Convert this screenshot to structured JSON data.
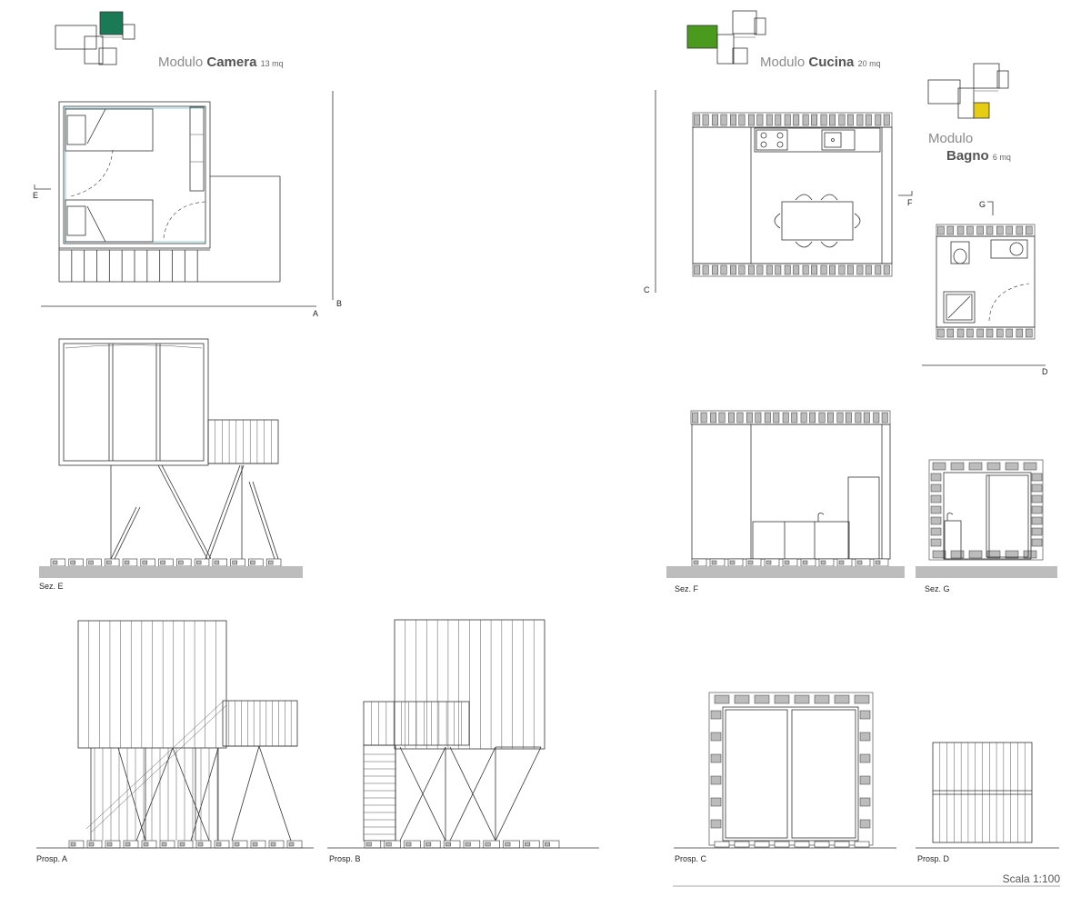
{
  "modules": {
    "camera": {
      "prefix": "Modulo",
      "name": "Camera",
      "area": "13 mq",
      "color": "#1a7a55"
    },
    "cucina": {
      "prefix": "Modulo",
      "name": "Cucina",
      "area": "20 mq",
      "color": "#4a9a1e"
    },
    "bagno": {
      "prefix": "Modulo",
      "name": "Bagno",
      "area": "6 mq",
      "color": "#e6cc12"
    }
  },
  "markers": {
    "a": "A",
    "b": "B",
    "c": "C",
    "d": "D",
    "e": "E",
    "f": "F",
    "g": "G"
  },
  "views": {
    "sez_e": "Sez. E",
    "sez_f": "Sez. F",
    "sez_g": "Sez. G",
    "prosp_a": "Prosp. A",
    "prosp_b": "Prosp. B",
    "prosp_c": "Prosp. C",
    "prosp_d": "Prosp. D"
  },
  "scale": "Scala 1:100"
}
